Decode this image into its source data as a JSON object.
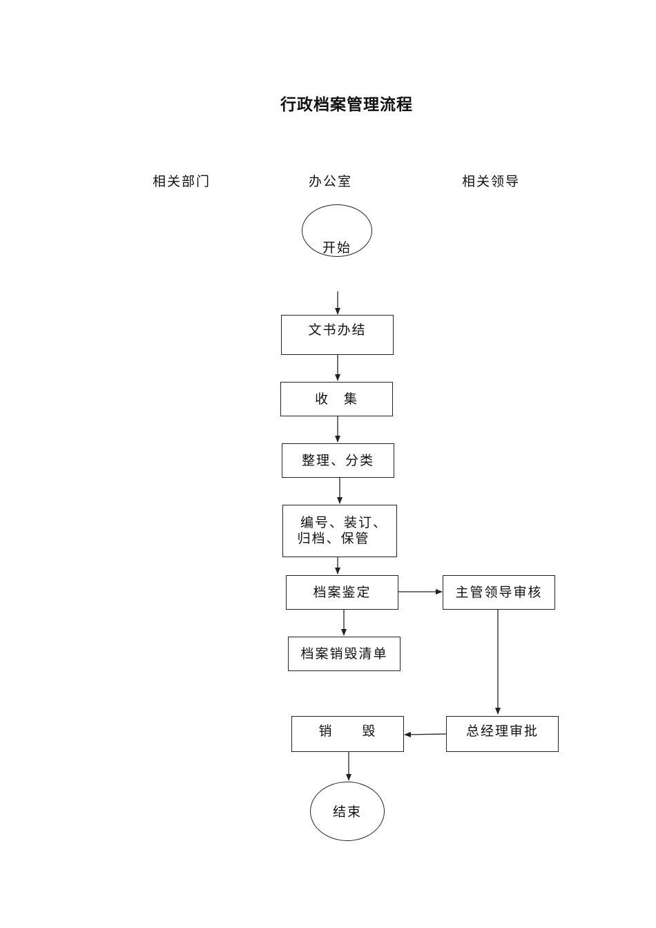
{
  "title": "行政档案管理流程",
  "lanes": {
    "dept": "相关部门",
    "office": "办公室",
    "leader": "相关领导"
  },
  "nodes": {
    "start": "开始",
    "wenshu": "文书办结",
    "collect": "收　集",
    "organize": "整理、分类",
    "number_line1": "编号、装订、",
    "number_line2": "归档、保管",
    "appraisal": "档案鉴定",
    "supervisor": "主管领导审核",
    "destroy_list": "档案销毁清单",
    "gm_approve": "总经理审批",
    "destroy": "销　　毁",
    "end": "结束"
  }
}
